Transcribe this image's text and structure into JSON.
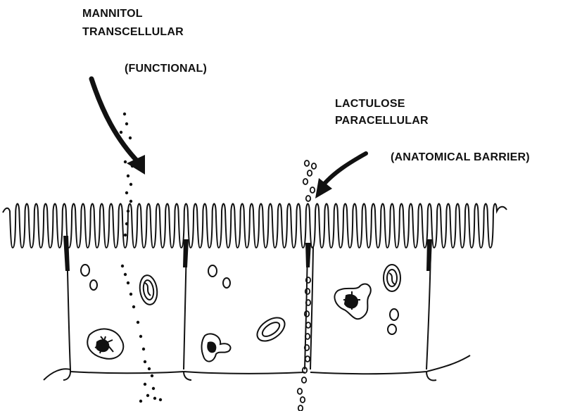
{
  "labels": {
    "mannitol": "MANNITOL",
    "transcellular": "TRANSCELLULAR",
    "functional": "(FUNCTIONAL)",
    "lactulose": "LACTULOSE",
    "paracellular": "PARACELLULAR",
    "anatomical": "(ANATOMICAL BARRIER)"
  },
  "colors": {
    "ink": "#111111",
    "background": "#ffffff"
  }
}
